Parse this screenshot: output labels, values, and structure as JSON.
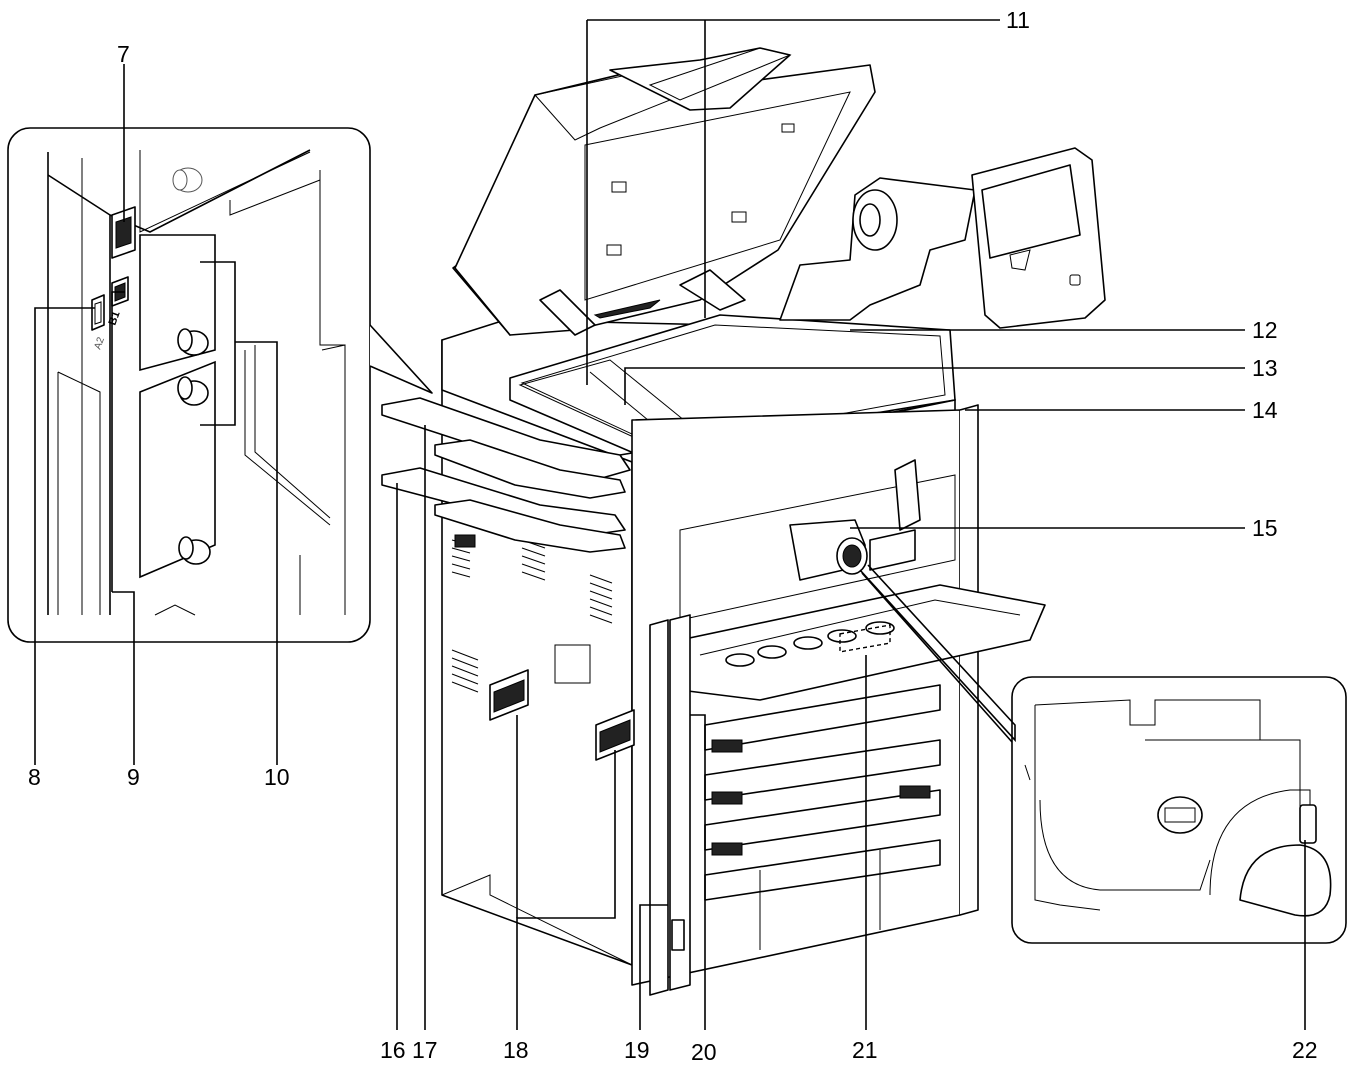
{
  "callouts": [
    {
      "id": "c7",
      "label": "7"
    },
    {
      "id": "c8",
      "label": "8"
    },
    {
      "id": "c9",
      "label": "9"
    },
    {
      "id": "c10",
      "label": "10"
    },
    {
      "id": "c11",
      "label": "11"
    },
    {
      "id": "c12",
      "label": "12"
    },
    {
      "id": "c13",
      "label": "13"
    },
    {
      "id": "c14",
      "label": "14"
    },
    {
      "id": "c15",
      "label": "15"
    },
    {
      "id": "c16",
      "label": "16"
    },
    {
      "id": "c17",
      "label": "17"
    },
    {
      "id": "c18",
      "label": "18"
    },
    {
      "id": "c19",
      "label": "19"
    },
    {
      "id": "c20",
      "label": "20"
    },
    {
      "id": "c21",
      "label": "21"
    },
    {
      "id": "c22",
      "label": "22"
    }
  ],
  "port_labels": {
    "a2": "A2",
    "b1": "B1"
  }
}
